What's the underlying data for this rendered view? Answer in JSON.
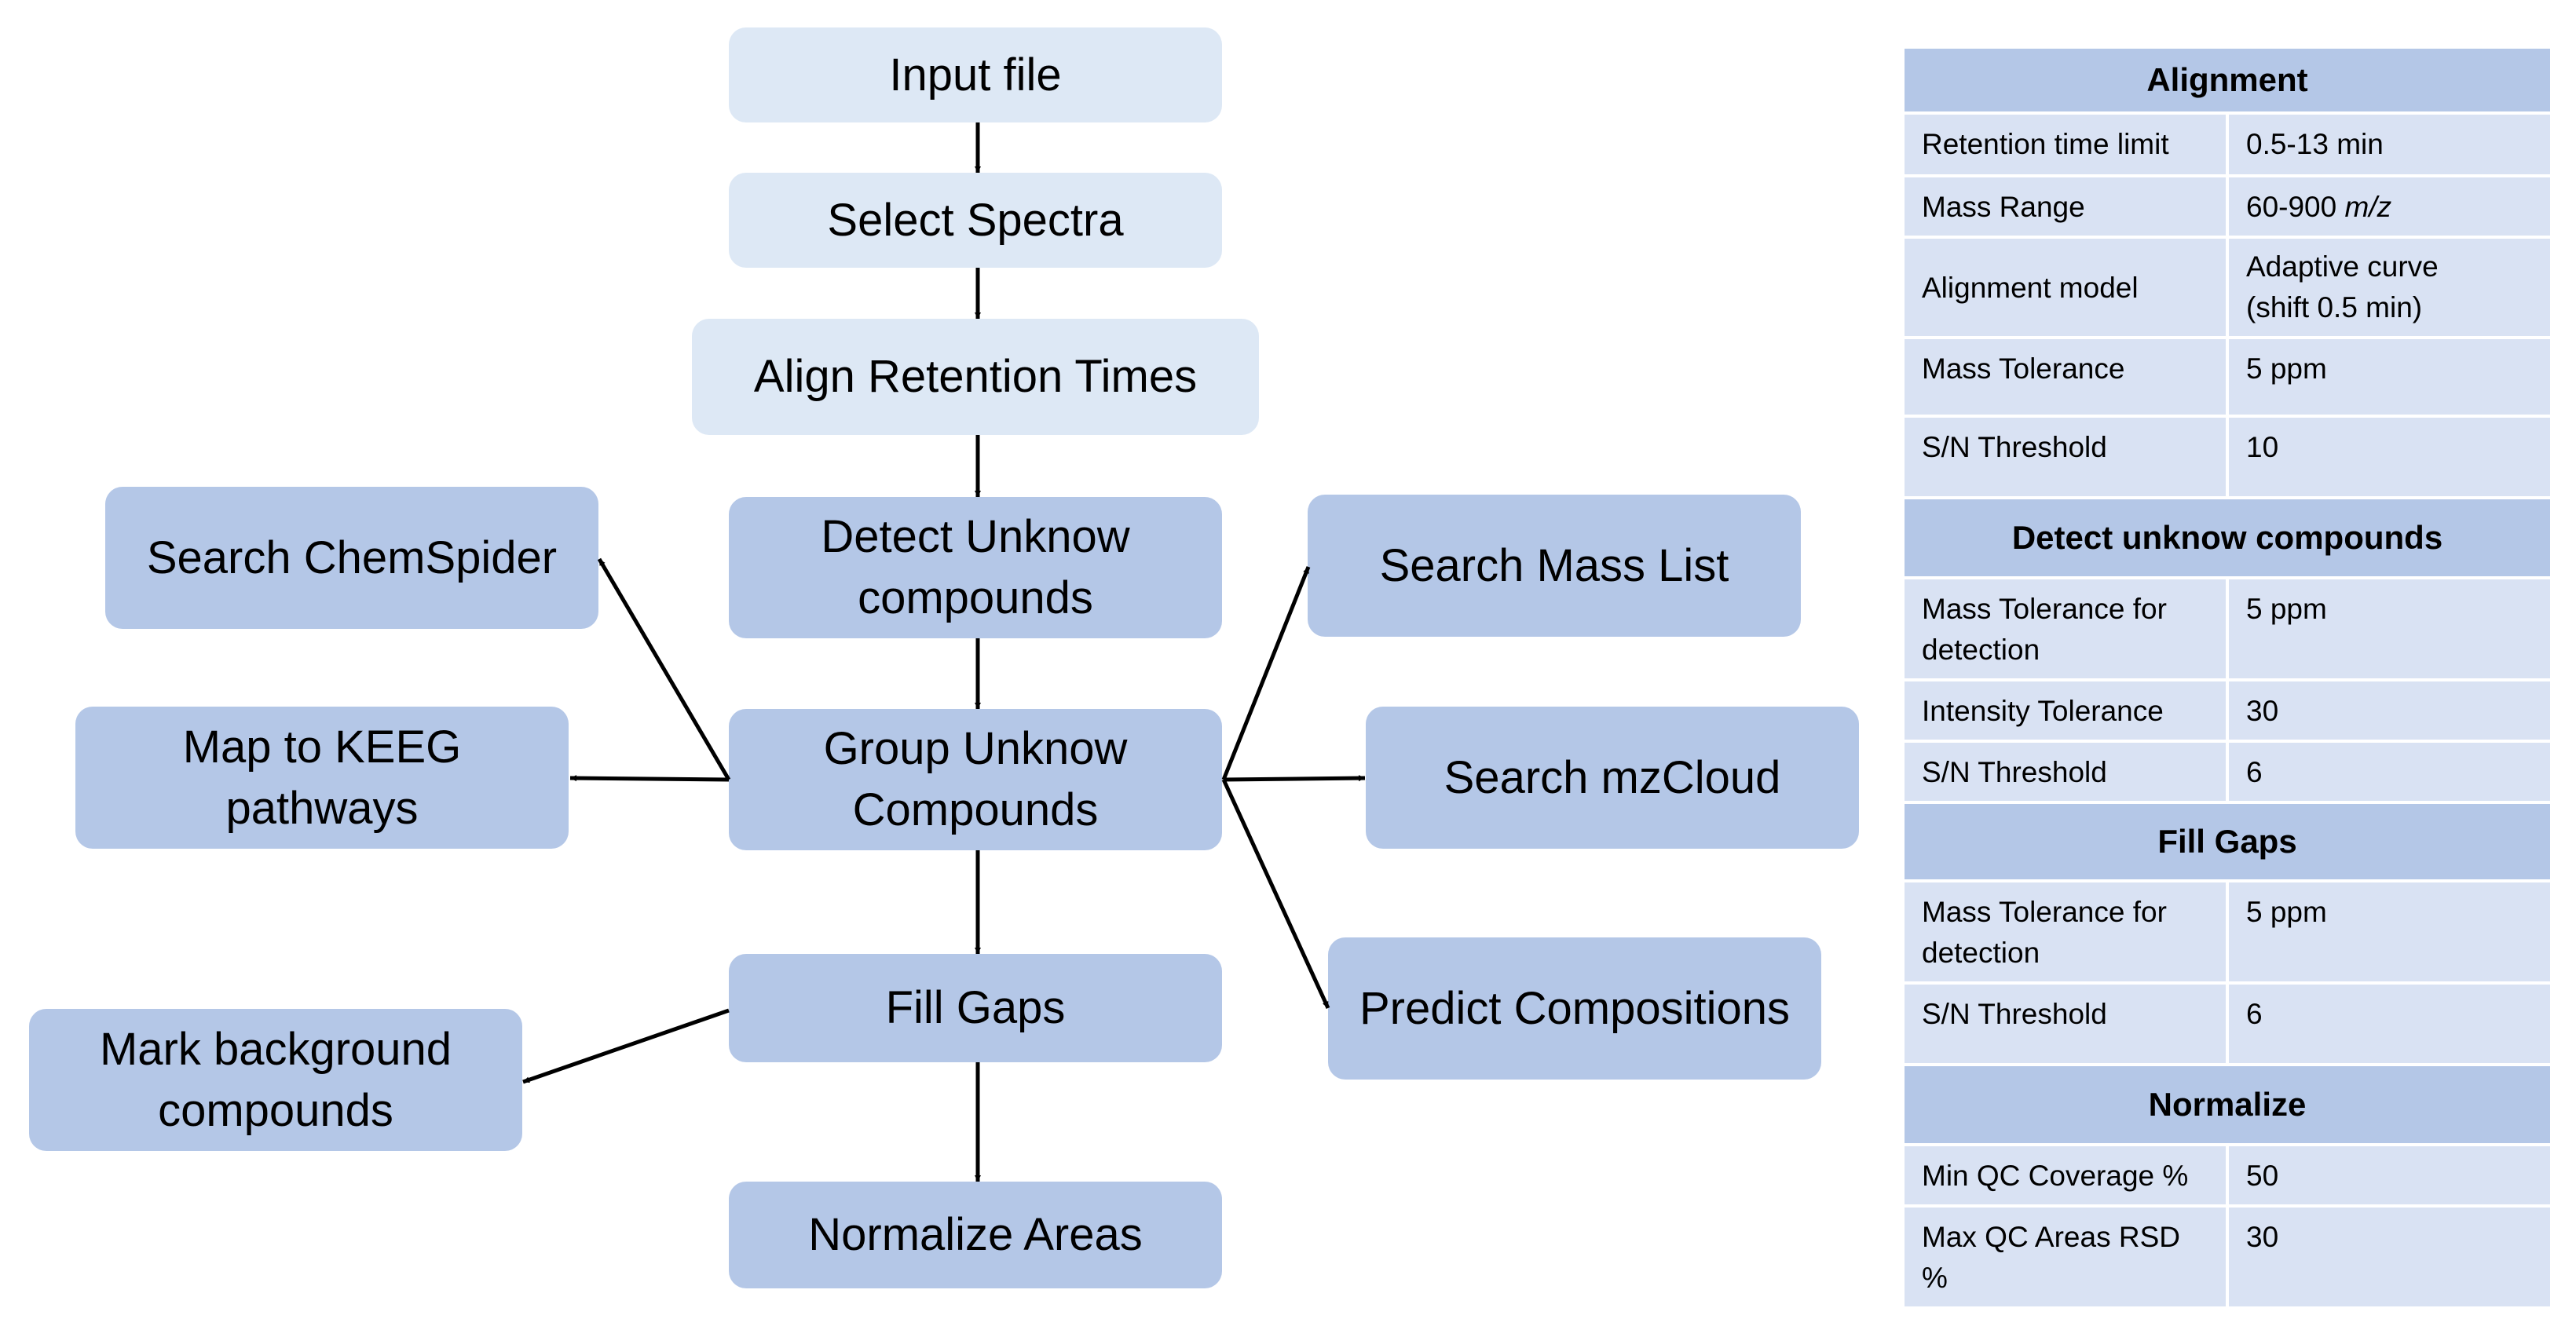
{
  "flow": {
    "input_file": "Input file",
    "select_spectra": "Select Spectra",
    "align_rt": "Align Retention Times",
    "detect": [
      "Detect Unknow",
      "compounds"
    ],
    "group": [
      "Group Unknow",
      "Compounds"
    ],
    "fill_gaps": "Fill Gaps",
    "normalize": "Normalize Areas",
    "chemspider": "Search ChemSpider",
    "kegg": [
      "Map to KEEG",
      "pathways"
    ],
    "background": [
      "Mark background",
      "compounds"
    ],
    "mass_list": "Search Mass List",
    "mzcloud": "Search mzCloud",
    "predict": "Predict Compositions"
  },
  "params": {
    "alignment": {
      "title": "Alignment",
      "rows": [
        {
          "label": "Retention time limit",
          "value": "0.5-13 min"
        },
        {
          "label": "Mass Range",
          "value": "60-900",
          "unit": "m/z"
        },
        {
          "label": "Alignment model",
          "value": [
            "Adaptive curve",
            "(shift 0.5 min)"
          ]
        },
        {
          "label": "Mass Tolerance",
          "value": "5 ppm"
        },
        {
          "label": "S/N Threshold",
          "value": "10"
        }
      ]
    },
    "detect": {
      "title": "Detect unknow compounds",
      "rows": [
        {
          "label": [
            "Mass Tolerance for",
            "detection"
          ],
          "value": "5 ppm"
        },
        {
          "label": "Intensity Tolerance",
          "value": "30"
        },
        {
          "label": "S/N Threshold",
          "value": "6"
        }
      ]
    },
    "fill_gaps": {
      "title": "Fill Gaps",
      "rows": [
        {
          "label": [
            "Mass Tolerance for",
            "detection"
          ],
          "value": "5 ppm"
        },
        {
          "label": "S/N Threshold",
          "value": "6"
        }
      ]
    },
    "normalize": {
      "title": "Normalize",
      "rows": [
        {
          "label": "Min QC Coverage %",
          "value": "50"
        },
        {
          "label": "Max QC Areas RSD %",
          "value": "30"
        }
      ]
    }
  }
}
